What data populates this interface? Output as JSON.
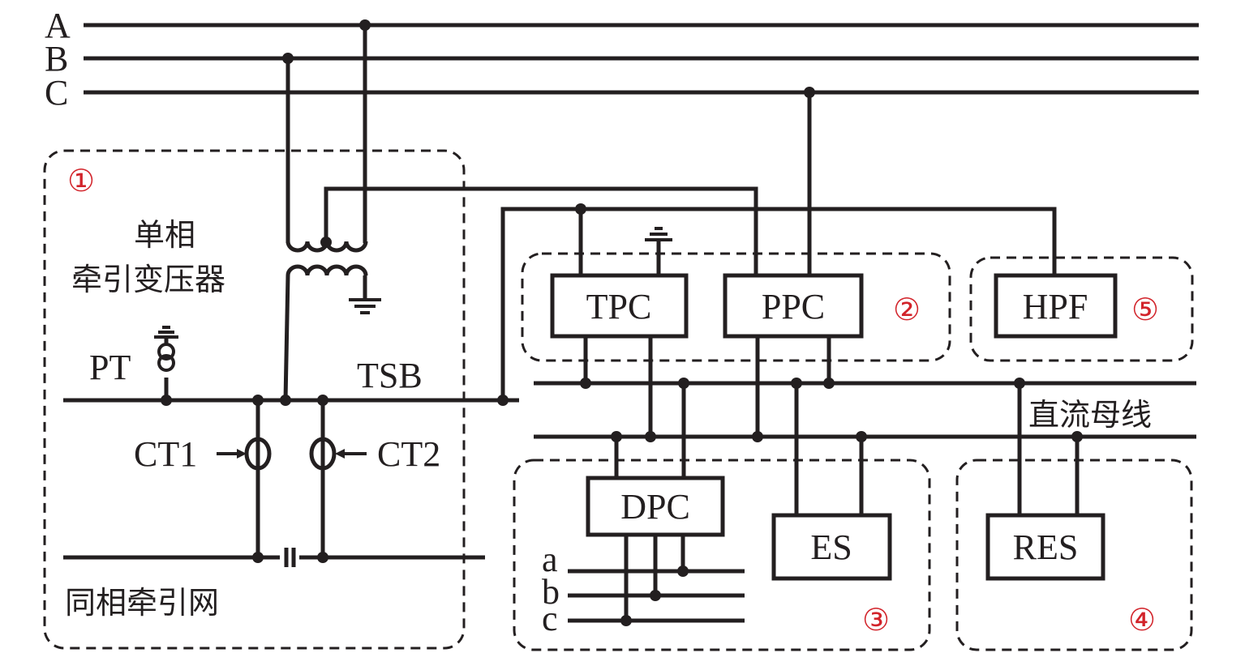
{
  "phases": {
    "a": "A",
    "b": "B",
    "c": "C"
  },
  "sections": {
    "s1": "①",
    "s2": "②",
    "s3": "③",
    "s4": "④",
    "s5": "⑤"
  },
  "transformer": {
    "line1": "单相",
    "line2": "牵引变压器"
  },
  "labels": {
    "pt": "PT",
    "tsb": "TSB",
    "ct1": "CT1",
    "ct2": "CT2",
    "catenary": "同相牵引网",
    "dc_bus": "直流母线",
    "ac_a": "a",
    "ac_b": "b",
    "ac_c": "c"
  },
  "blocks": {
    "tpc": "TPC",
    "ppc": "PPC",
    "hpf": "HPF",
    "dpc": "DPC",
    "es": "ES",
    "res": "RES"
  },
  "colors": {
    "line": "#231f20",
    "section_number": "#d2232a"
  }
}
